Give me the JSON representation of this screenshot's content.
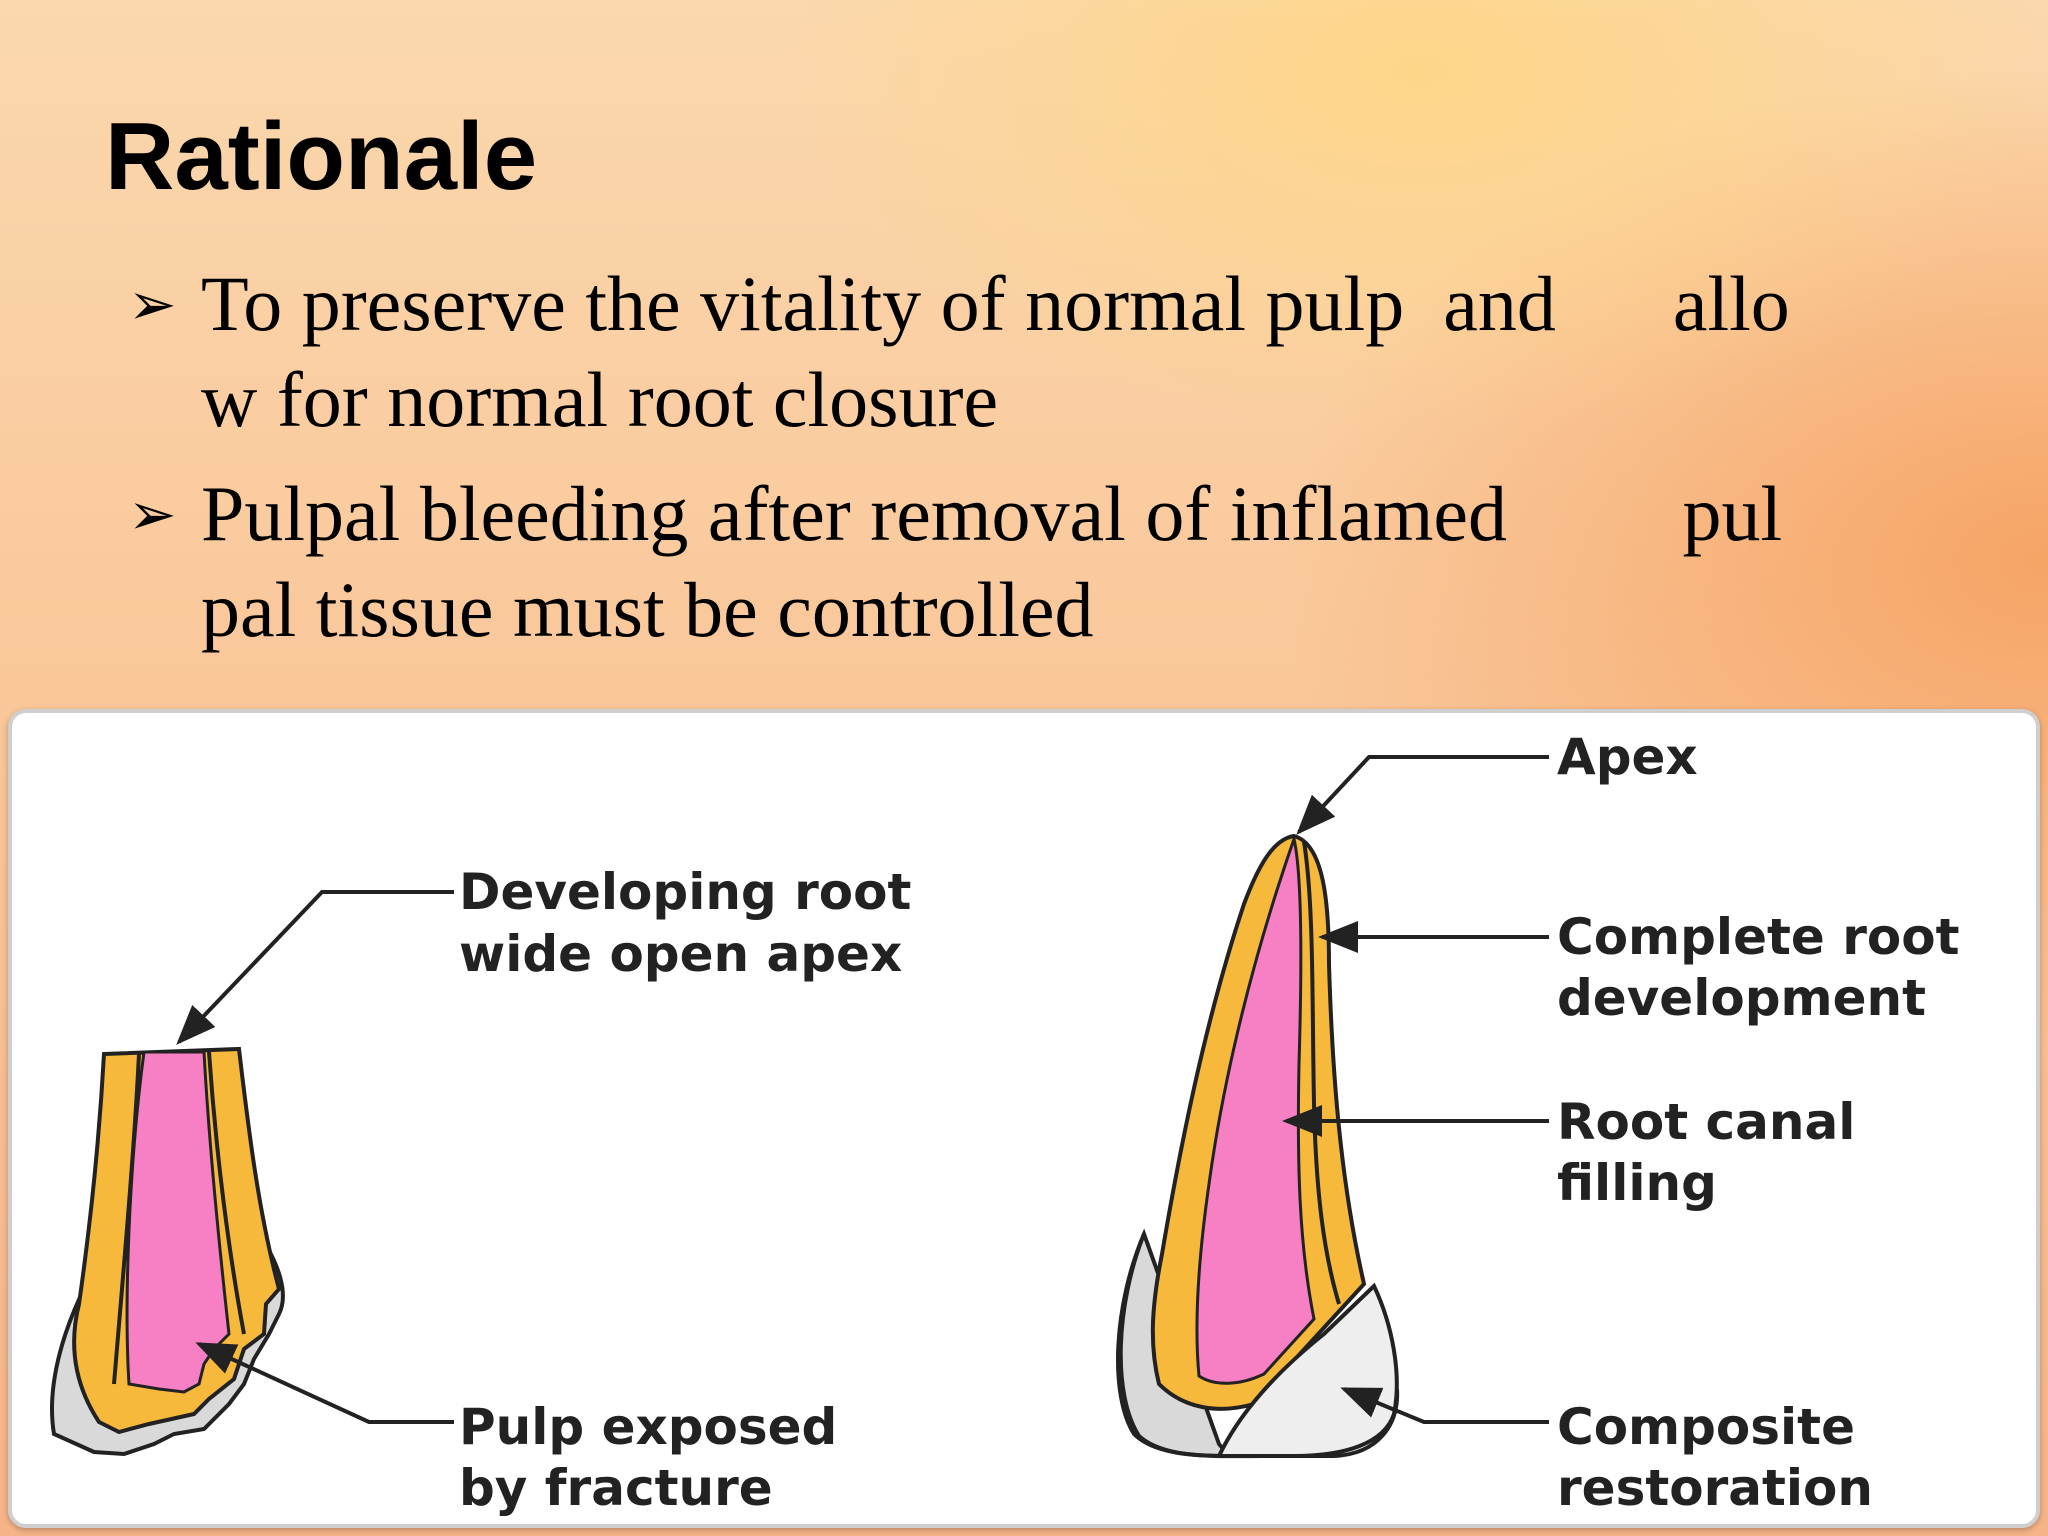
{
  "slide": {
    "title": "Rationale",
    "bullets": [
      {
        "marker": "➢",
        "line1": "To preserve the vitality of normal pulp  and      allo",
        "line2": "w for normal root closure"
      },
      {
        "marker": "➢",
        "line1": "Pulpal bleeding after removal of inflamed         pul",
        "line2": "pal tissue must be controlled"
      }
    ]
  },
  "figure": {
    "labels": {
      "developing_root_1": "Developing root",
      "developing_root_2": "wide open apex",
      "pulp_exposed_1": "Pulp exposed",
      "pulp_exposed_2": "by fracture",
      "apex": "Apex",
      "complete_root_1": "Complete root",
      "complete_root_2": "development",
      "root_canal_1": "Root canal",
      "root_canal_2": "filling",
      "composite_1": "Composite",
      "composite_2": "restoration"
    },
    "colors": {
      "dentin": "#f6b93b",
      "pulp": "#f77fc4",
      "enamel": "#d9d9d9",
      "restoration": "#eeeeee",
      "outline": "#222222"
    }
  }
}
